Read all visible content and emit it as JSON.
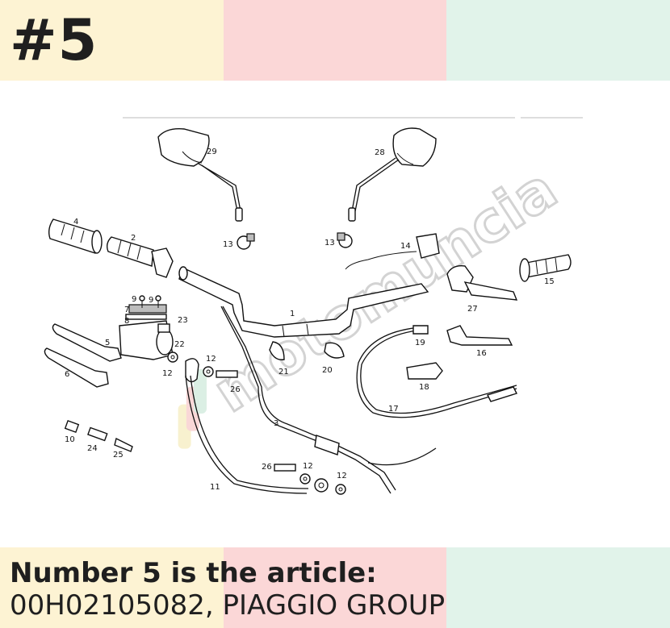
{
  "header": {
    "number": "#5"
  },
  "caption": {
    "line1": "Number 5 is the article:",
    "line2": "00H02105082, PIAGGIO GROUP"
  },
  "watermark": {
    "text": "motomuncia"
  },
  "diagram": {
    "part_labels": {
      "p1": "1",
      "p2": "2",
      "p3": "3",
      "p4": "4",
      "p5": "5",
      "p6": "6",
      "p7": "7",
      "p8": "8",
      "p9a": "9",
      "p9b": "9",
      "p10": "10",
      "p11": "11",
      "p12a": "12",
      "p12b": "12",
      "p12c": "12",
      "p12d": "12",
      "p13a": "13",
      "p13b": "13",
      "p14": "14",
      "p15": "15",
      "p16": "16",
      "p17": "17",
      "p18": "18",
      "p19": "19",
      "p20": "20",
      "p21": "21",
      "p22": "22",
      "p23": "23",
      "p24": "24",
      "p25": "25",
      "p26a": "26",
      "p26b": "26",
      "p27": "27",
      "p28": "28",
      "p29": "29"
    }
  },
  "colors": {
    "band1": "#fdf3d3",
    "band2": "#fbd7d7",
    "band3": "#e1f3ea",
    "text": "#1f1f1f"
  }
}
